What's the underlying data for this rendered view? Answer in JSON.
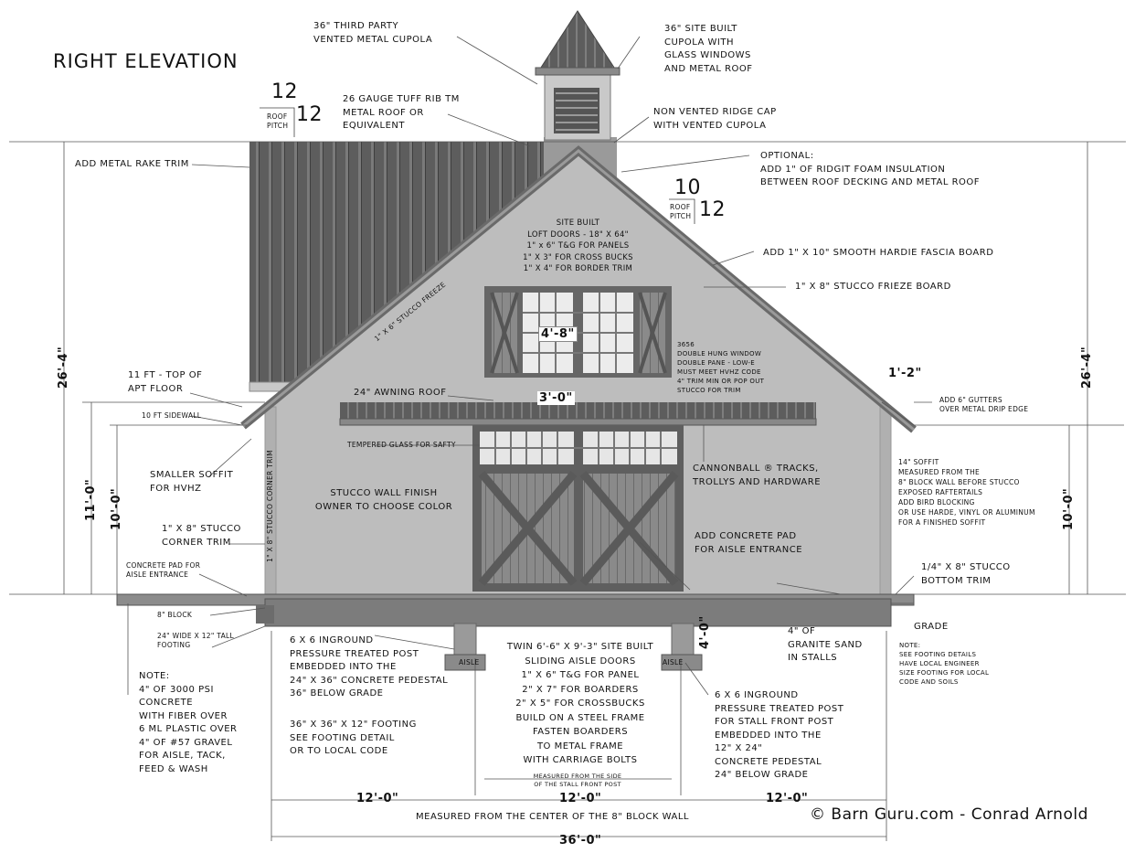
{
  "title": "RIGHT ELEVATION",
  "pitch_left": {
    "rise": "12",
    "run": "12",
    "label": "ROOF PITCH"
  },
  "pitch_right": {
    "rise": "10",
    "run": "12",
    "label": "ROOF PITCH"
  },
  "notes": {
    "third_party_cupola": [
      "36\" THIRD PARTY",
      "VENTED METAL CUPOLA"
    ],
    "site_built_cupola": [
      "36\" SITE BUILT",
      "CUPOLA WITH",
      "GLASS WINDOWS",
      "AND METAL ROOF"
    ],
    "metal_roof": [
      "26 GAUGE TUFF RIB TM",
      "METAL ROOF OR",
      "EQUIVALENT"
    ],
    "ridge_cap": [
      "NON VENTED RIDGE CAP",
      "WITH VENTED CUPOLA"
    ],
    "rake_trim": [
      "ADD METAL RAKE TRIM"
    ],
    "foam": [
      "OPTIONAL:",
      "ADD 1\" OF RIDGIT FOAM INSULATION",
      "BETWEEN ROOF DECKING AND METAL ROOF"
    ],
    "loft_doors": [
      "SITE BUILT",
      "LOFT DOORS - 18\" X 64\"",
      "1\" x 6\" T&G FOR PANELS",
      "1\" X 3\" FOR CROSS BUCKS",
      "1\" X 4\" FOR BORDER TRIM"
    ],
    "fascia": [
      "ADD 1\" X 10\" SMOOTH HARDIE FASCIA BOARD"
    ],
    "frieze": [
      "1\" X 8\" STUCCO FRIEZE BOARD"
    ],
    "stucco_frieze_diag": "1\" X 6\" STUCCO FREEZE",
    "window": [
      "3656",
      "DOUBLE HUNG WINDOW",
      "DOUBLE PANE - LOW-E",
      "MUST MEET HVHZ CODE",
      "4\" TRIM MIN OR POP OUT",
      "STUCCO FOR TRIM"
    ],
    "apt_floor": [
      "11 FT - TOP OF",
      "APT FLOOR"
    ],
    "awning": "24\" AWNING ROOF",
    "sidewall": "10 FT SIDEWALL",
    "gutters": [
      "ADD 6\" GUTTERS",
      "OVER METAL DRIP EDGE"
    ],
    "tempered": "TEMPERED GLASS FOR SAFTY",
    "tracks": [
      "CANNONBALL ® TRACKS,",
      "TROLLYS AND HARDWARE"
    ],
    "soffit_right": [
      "14\" SOFFIT",
      "MEASURED FROM THE",
      "8\" BLOCK WALL BEFORE STUCCO",
      "EXPOSED RAFTERTAILS",
      "ADD BIRD BLOCKING",
      "OR USE HARDE, VINYL OR ALUMINUM",
      "FOR A FINISHED SOFFIT"
    ],
    "soffit_left": [
      "SMALLER SOFFIT",
      "FOR HVHZ"
    ],
    "stucco_wall": [
      "STUCCO WALL FINISH",
      "OWNER TO CHOOSE COLOR"
    ],
    "corner_trim": [
      "1\" X 8\" STUCCO",
      "CORNER TRIM"
    ],
    "corner_trim_vert": "1\" X 8\" STUCCO CORNER TRIM",
    "concrete_pad_right": [
      "ADD CONCRETE PAD",
      "FOR AISLE ENTRANCE"
    ],
    "bottom_trim": [
      "1/4\" X 8\" STUCCO",
      "BOTTOM TRIM"
    ],
    "concrete_pad_left": [
      "CONCRETE PAD FOR",
      "AISLE ENTRANCE"
    ],
    "block": "8\" BLOCK",
    "footing": [
      "24\" WIDE X 12\" TALL",
      "FOOTING"
    ],
    "grade": "GRADE",
    "granite": [
      "4\" OF",
      "GRANITE SAND",
      "IN STALLS"
    ],
    "footing_note": [
      "NOTE:",
      "SEE FOOTING DETAILS",
      "HAVE LOCAL ENGINEER",
      "SIZE FOOTING FOR LOCAL",
      "CODE AND SOILS"
    ],
    "post_left": [
      "6 X 6 INGROUND",
      "PRESSURE TREATED POST",
      "EMBEDDED INTO THE",
      "24\" X 36\" CONCRETE PEDESTAL",
      "36\" BELOW GRADE"
    ],
    "footing_36": [
      "36\" X 36\" X 12\" FOOTING",
      "SEE FOOTING DETAIL",
      "OR TO LOCAL CODE"
    ],
    "aisle_doors": [
      "TWIN 6'-6\" X 9'-3\" SITE BUILT",
      "SLIDING AISLE DOORS",
      "1\" X 6\" T&G FOR PANEL",
      "2\" X 7\" FOR BOARDERS",
      "2\" X 5\" FOR CROSSBUCKS",
      "BUILD ON A STEEL FRAME",
      "FASTEN BOARDERS",
      "TO METAL FRAME",
      "WITH CARRIAGE BOLTS"
    ],
    "post_right": [
      "6 X 6 INGROUND",
      "PRESSURE TREATED POST",
      "FOR STALL FRONT POST",
      "EMBEDDED INTO THE",
      "12\" X 24\"",
      "CONCRETE PEDESTAL",
      "24\" BELOW GRADE"
    ],
    "concrete_note": [
      "NOTE:",
      "4\" OF 3000 PSI",
      "CONCRETE",
      "WITH FIBER OVER",
      "6 ML PLASTIC OVER",
      "4\" OF #57 GRAVEL",
      "FOR AISLE, TACK,",
      "FEED & WASH"
    ],
    "measured_side": [
      "MEASURED FROM THE SIDE",
      "OF THE STALL FRONT POST"
    ],
    "measured_center": "MEASURED FROM THE CENTER OF THE 8\" BLOCK WALL",
    "aisle_tag": "AISLE"
  },
  "dimensions": {
    "overall_height": "26'-4\"",
    "wall_11": "11'-0\"",
    "wall_10": "10'-0\"",
    "window_width": "4'-8\"",
    "awning_width": "3'-0\"",
    "overhang": "1'-2\"",
    "pedestal_depth": "4'-0\"",
    "bay": "12'-0\"",
    "overall_width": "36'-0\""
  },
  "credit": "© Barn Guru.com - Conrad Arnold",
  "colors": {
    "roof": "#5a5a5a",
    "stucco": "#bdbdbd",
    "trim": "#7a7a7a",
    "door": "#6a6a6a",
    "line": "#222222"
  }
}
